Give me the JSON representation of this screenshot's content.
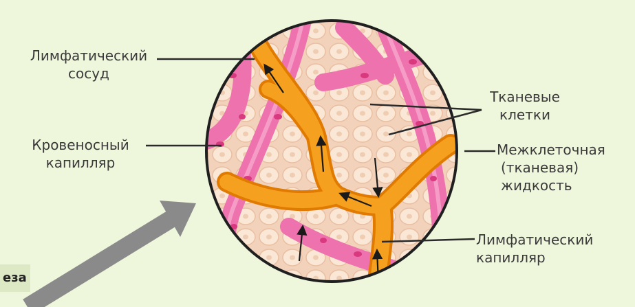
{
  "labels": {
    "lymph_vessel": [
      "Лимфатический",
      "сосуд"
    ],
    "blood_capillary": [
      "Кровеносный",
      "капилляр"
    ],
    "tissue_cells": [
      "Тканевые",
      "клетки"
    ],
    "interstitial_fluid": [
      "Межклеточная",
      "(тканевая)",
      "жидкость"
    ],
    "lymph_capillary": [
      "Лимфатический",
      "капилляр"
    ],
    "cropped_text": "еза"
  },
  "colors": {
    "background": "#eef6dc",
    "tissue": "#f6dcc8",
    "cell": "#f9e6d5",
    "blood": "#ee72ad",
    "blood_cell": "#d93a7f",
    "lymph": "#f39a1c",
    "lymph_dark": "#e07a00",
    "arrow_big": "#8a8a8a",
    "leader": "#2a2a2a"
  },
  "icons": [
    "flow-arrow-icon",
    "big-arrow-icon"
  ]
}
